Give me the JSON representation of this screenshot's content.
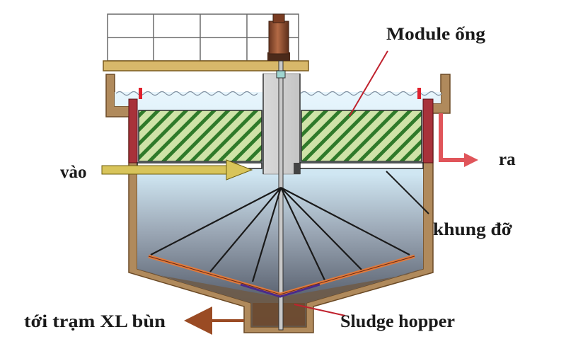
{
  "labels": {
    "module": "Module ống",
    "outlet": "ra",
    "inlet": "vào",
    "support_frame": "khung đỡ",
    "sludge_outlet": "tới trạm XL bùn",
    "hopper": "Sludge hopper"
  },
  "colors": {
    "tank_wall": "#b08a5c",
    "rim": "#c8102e",
    "water_top": "#dff2fb",
    "sludge": "#6e5a47",
    "hatch_fill": "#cfe3a8",
    "hatch_line": "#2f7a2a",
    "inlet_arrow": "#d8c45a",
    "outlet_arrow": "#e0555a",
    "sludge_arrow": "#9a4b24",
    "pointer": "#c0222e",
    "scraper": "#e07a3c",
    "motor": "#8b4a2b"
  }
}
